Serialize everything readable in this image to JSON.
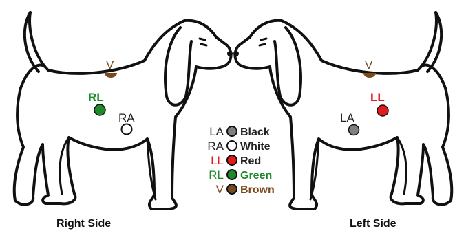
{
  "captions": {
    "right_side": "Right Side",
    "left_side": "Left Side"
  },
  "right_dog": {
    "labels": {
      "v": "V",
      "rl": "RL",
      "ra": "RA"
    }
  },
  "left_dog": {
    "labels": {
      "v": "V",
      "ll": "LL",
      "la": "LA"
    }
  },
  "legend": [
    {
      "code": "LA",
      "name": "Black",
      "color": "#808080",
      "code_color": "#222222",
      "name_color": "#222222"
    },
    {
      "code": "RA",
      "name": "White",
      "color": "#ffffff",
      "code_color": "#222222",
      "name_color": "#222222"
    },
    {
      "code": "LL",
      "name": "Red",
      "color": "#e31b1b",
      "code_color": "#e31b1b",
      "name_color": "#222222"
    },
    {
      "code": "RL",
      "name": "Green",
      "color": "#1f8a2a",
      "code_color": "#1f8a2a",
      "name_color": "#1f8a2a"
    },
    {
      "code": "V",
      "name": "Brown",
      "color": "#7a4a1c",
      "code_color": "#7a4a1c",
      "name_color": "#7a4a1c"
    }
  ],
  "colors": {
    "rl": "#1f8a2a",
    "ll": "#e31b1b",
    "v": "#7a4a1c",
    "la": "#808080",
    "ra": "#ffffff"
  }
}
